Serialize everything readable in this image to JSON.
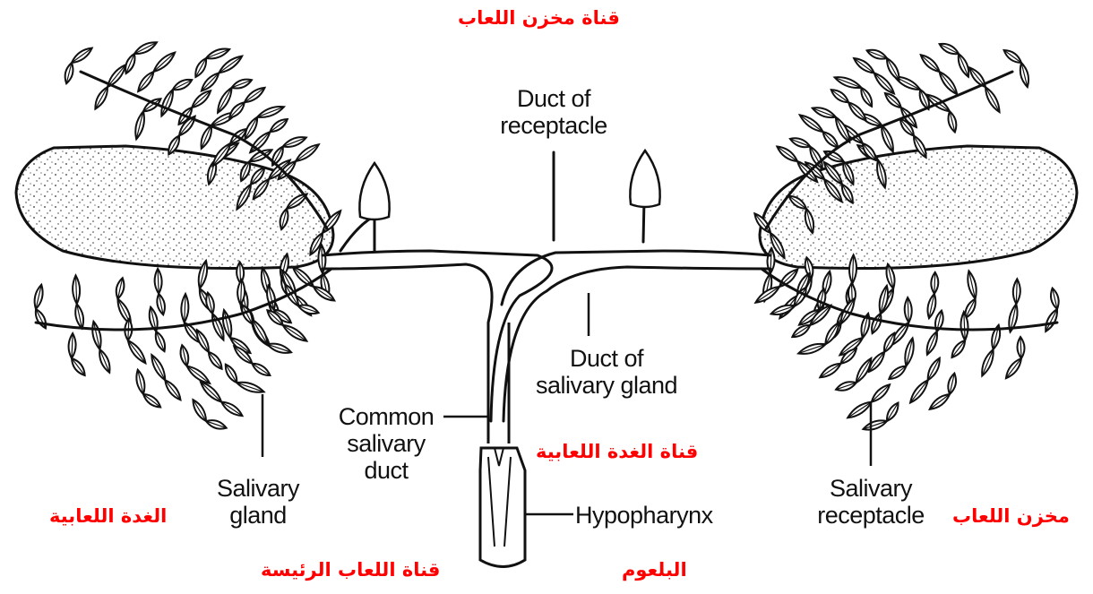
{
  "labels_en": {
    "duct_of_receptacle": [
      "Duct of",
      "receptacle"
    ],
    "duct_of_salivary_gland": [
      "Duct of",
      "salivary gland"
    ],
    "common_salivary_duct": [
      "Common",
      "salivary",
      "duct"
    ],
    "salivary_gland": [
      "Salivary",
      "gland"
    ],
    "salivary_receptacle": [
      "Salivary",
      "receptacle"
    ],
    "hypopharynx": "Hypopharynx"
  },
  "labels_ar": {
    "duct_of_receptacle": "قناة مخزن اللعاب",
    "duct_of_salivary_gland": "قناة الغدة اللعابية",
    "salivary_gland": "الغدة اللعابية",
    "salivary_receptacle": "مخزن اللعاب",
    "common_salivary_duct": "قناة اللعاب الرئيسة",
    "hypopharynx": "البلعوم"
  },
  "colors": {
    "arabic_text": "#ff0000",
    "ink": "#111111",
    "background": "#ffffff"
  }
}
